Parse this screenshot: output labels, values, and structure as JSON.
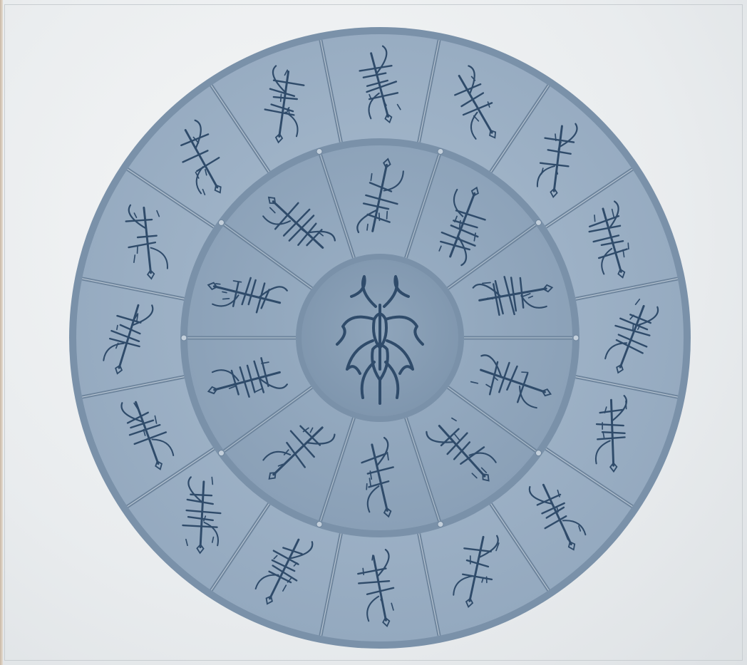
{
  "palette": {
    "page_background": "#eef0f1",
    "outer_ring": "#9eb1c5",
    "middle_ring": "#92a7bc",
    "center_disc": "#879db4",
    "rim": "#7a91a9",
    "divider": "#6d849c",
    "glyph": "#2f4b6a"
  },
  "artwork": {
    "subject": "circular-sigil-wheel",
    "rings": [
      {
        "name": "outer-ring",
        "segments": 16,
        "icon": "rune-glyph"
      },
      {
        "name": "middle-ring",
        "segments": 10,
        "icon": "rune-glyph"
      },
      {
        "name": "center-disc",
        "segments": 1,
        "icon": "insectoid-sigil"
      }
    ]
  }
}
